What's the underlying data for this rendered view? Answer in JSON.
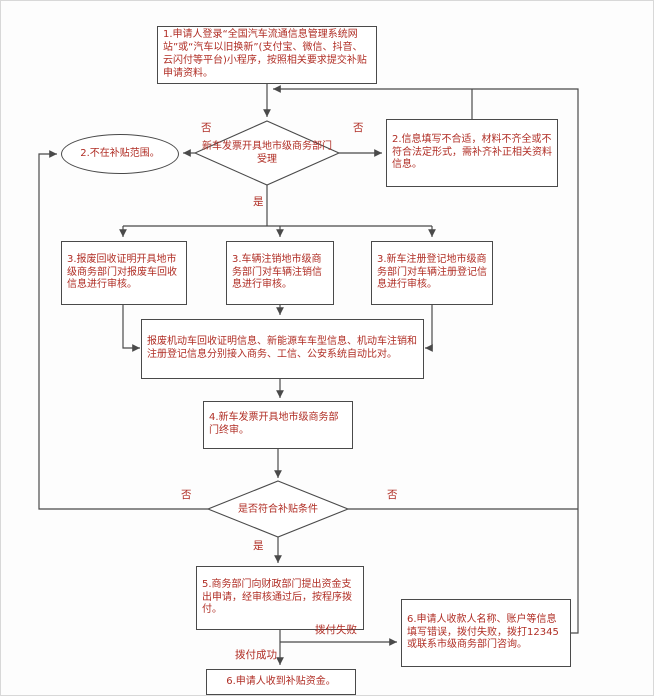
{
  "colors": {
    "c-text": "#b02e25",
    "c-line": "#4a4a4a",
    "c-border": "#4a4a4a",
    "c-bg": "#fdfdfd"
  },
  "nodes": {
    "step1": "1.申请人登录“全国汽车流通信息管理系统网站”或“汽车以旧换新”(支付宝、微信、抖音、云闪付等平台)小程序，按照相关要求提交补贴申请资料。",
    "decision1": "新车发票开具地市级商务部门受理",
    "out_of_scope": "2.不在补贴范围。",
    "need_fix": "2.信息填写不合适，材料不齐全或不符合法定形式，需补齐补正相关资料信息。",
    "review_scrap": "3.报废回收证明开具地市级商务部门对报废车回收信息进行审核。",
    "review_deregister": "3.车辆注销地市级商务部门对车辆注销信息进行审核。",
    "review_register": "3.新车注册登记地市级商务部门对车辆注册登记信息进行审核。",
    "auto_compare": "报废机动车回收证明信息、新能源车车型信息、机动车注销和注册登记信息分别接入商务、工信、公安系统自动比对。",
    "final_review": "4.新车发票开具地市级商务部门终审。",
    "decision2": "是否符合补贴条件",
    "step5": "5.商务部门向财政部门提出资金支出申请，经审核通过后，按程序拨付。",
    "pay_fail_info": "6.申请人收款人名称、账户等信息填写错误，拨付失败，拨打12345或联系市级商务部门咨询。",
    "receive": "6.申请人收到补贴资金。"
  },
  "labels": {
    "no": "否",
    "yes": "是",
    "pay_success": "拨付成功",
    "pay_fail": "拨付失败"
  }
}
